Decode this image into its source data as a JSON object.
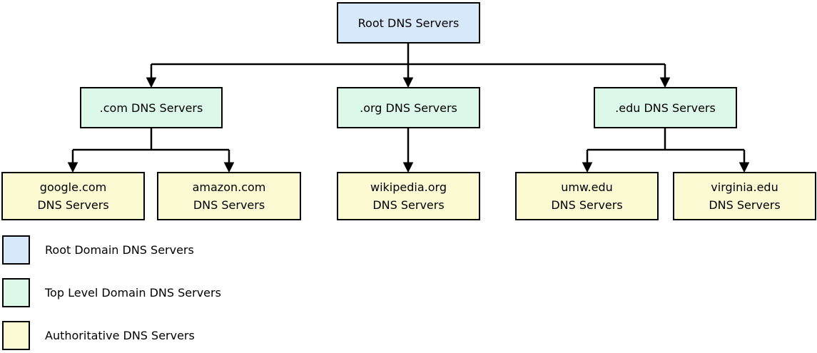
{
  "nodes": {
    "root": {
      "label": "Root DNS Servers"
    },
    "com": {
      "label": ".com DNS Servers"
    },
    "org": {
      "label": ".org DNS Servers"
    },
    "edu": {
      "label": ".edu DNS Servers"
    },
    "google": {
      "line1": "google.com",
      "line2": "DNS Servers"
    },
    "amazon": {
      "line1": "amazon.com",
      "line2": "DNS Servers"
    },
    "wikipedia": {
      "line1": "wikipedia.org",
      "line2": "DNS Servers"
    },
    "umw": {
      "line1": "umw.edu",
      "line2": "DNS Servers"
    },
    "virginia": {
      "line1": "virginia.edu",
      "line2": "DNS Servers"
    }
  },
  "legend": [
    {
      "label": "Root Domain DNS Servers",
      "color": "#d7e8fa"
    },
    {
      "label": "Top Level Domain DNS Servers",
      "color": "#dbf8e8"
    },
    {
      "label": "Authoritative DNS Servers",
      "color": "#fcfad3"
    }
  ],
  "colors": {
    "root_fill": "#d7e8fa",
    "tld_fill": "#dbf8e8",
    "auth_fill": "#fcfad3",
    "line": "#000000",
    "background": "#ffffff"
  }
}
